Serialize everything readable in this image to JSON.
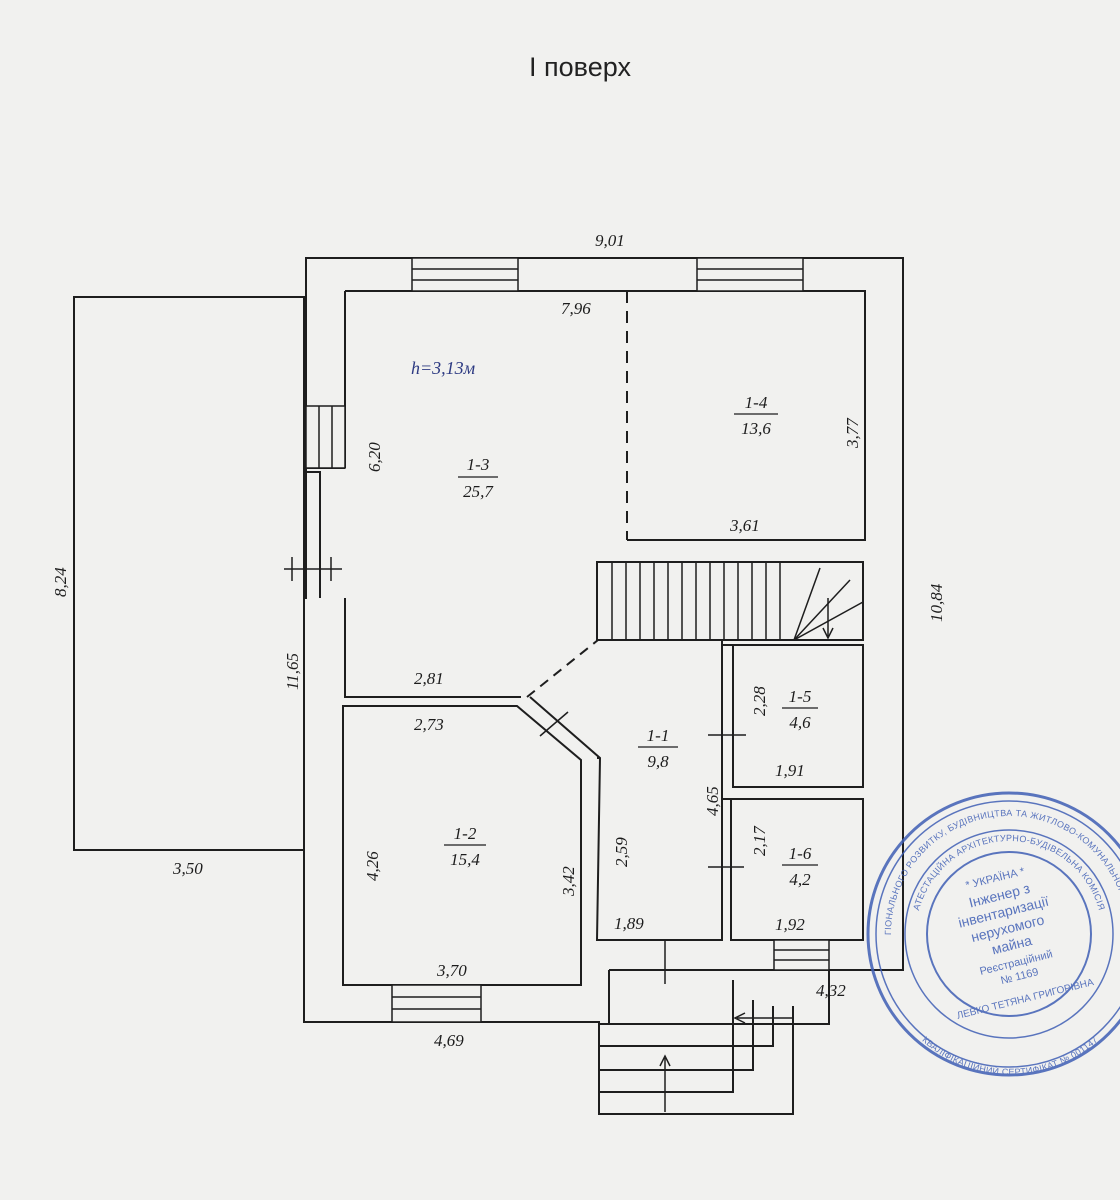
{
  "title": "I поверх",
  "height_note": "h=3,13м",
  "rooms": [
    {
      "id": "1-1",
      "area": "9,8"
    },
    {
      "id": "1-2",
      "area": "15,4"
    },
    {
      "id": "1-3",
      "area": "25,7"
    },
    {
      "id": "1-4",
      "area": "13,6"
    },
    {
      "id": "1-5",
      "area": "4,6"
    },
    {
      "id": "1-6",
      "area": "4,2"
    }
  ],
  "dimensions": {
    "top_outer": "9,01",
    "top_inner": "7,96",
    "right_outer": "10,84",
    "left_outer": "11,65",
    "annex_height": "8,24",
    "annex_width": "3,50",
    "bottom_left": "4,69",
    "bottom_right": "4,32",
    "r13_side": "6,20",
    "r13_bottom": "2,81",
    "r14_side": "3,77",
    "r14_bottom": "3,61",
    "r12_top": "2,73",
    "r12_left": "4,26",
    "r12_right": "3,42",
    "r12_bottom": "3,70",
    "r11_diag": "2,59",
    "r11_side": "4,65",
    "r11_bottom": "1,89",
    "r15_side": "2,28",
    "r15_bottom": "1,91",
    "r16_side": "2,17",
    "r16_bottom": "1,92"
  },
  "stamp": {
    "center_lines": [
      "* УКРАЇНА *",
      "Інженер з",
      "інвентаризації",
      "нерухомого",
      "майна",
      "Реєстраційний",
      "№ 1169"
    ],
    "ring_outer": "МІНІСТЕРСТВО РЕГІОНАЛЬНОГО РОЗВИТКУ, БУДІВНИЦТВА ТА ЖИТЛОВО-КОМУНАЛЬНОГО ГОСПОДАРСТВА УКРАЇНИ",
    "ring_inner": "АТЕСТАЦІЙНА АРХІТЕКТУРНО-БУДІВЕЛЬНА КОМІСІЯ",
    "ring_bottom": "КВАЛІФІКАЦІЙНИЙ СЕРТИФІКАТ № 001147",
    "name": "ЛЕВКО ТЕТЯНА ГРИГОРІВНА",
    "color": "#3f5fb5"
  }
}
